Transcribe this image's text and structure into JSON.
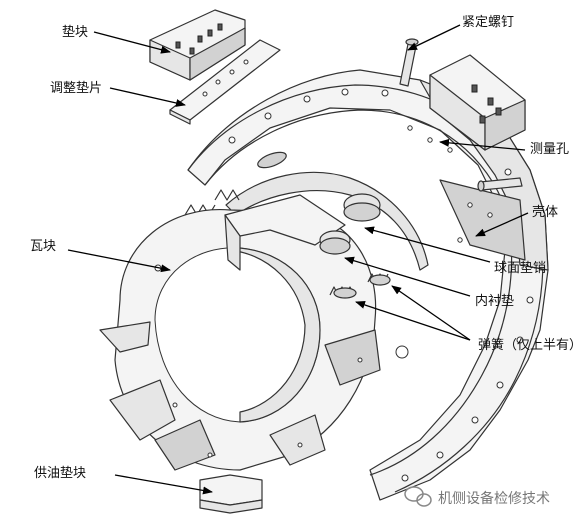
{
  "labels": {
    "dianKuai": "垫块",
    "tiaozheng": "调整垫片",
    "jinding": "紧定螺钉",
    "celiangkong": "测量孔",
    "keti": "壳体",
    "waKuai": "瓦块",
    "qiumian": "球面垫销",
    "neichendian": "内衬垫",
    "tanhuang": "弹簧（仅上半有）",
    "gongyou": "供油垫块"
  },
  "watermark": {
    "text": "机侧设备检修技术",
    "icon": "wechat-icon"
  },
  "colors": {
    "line": "#333333",
    "arrow": "#000000",
    "face_light": "#f4f4f4",
    "face_mid": "#e6e6e6",
    "face_dark": "#d2d2d2"
  }
}
